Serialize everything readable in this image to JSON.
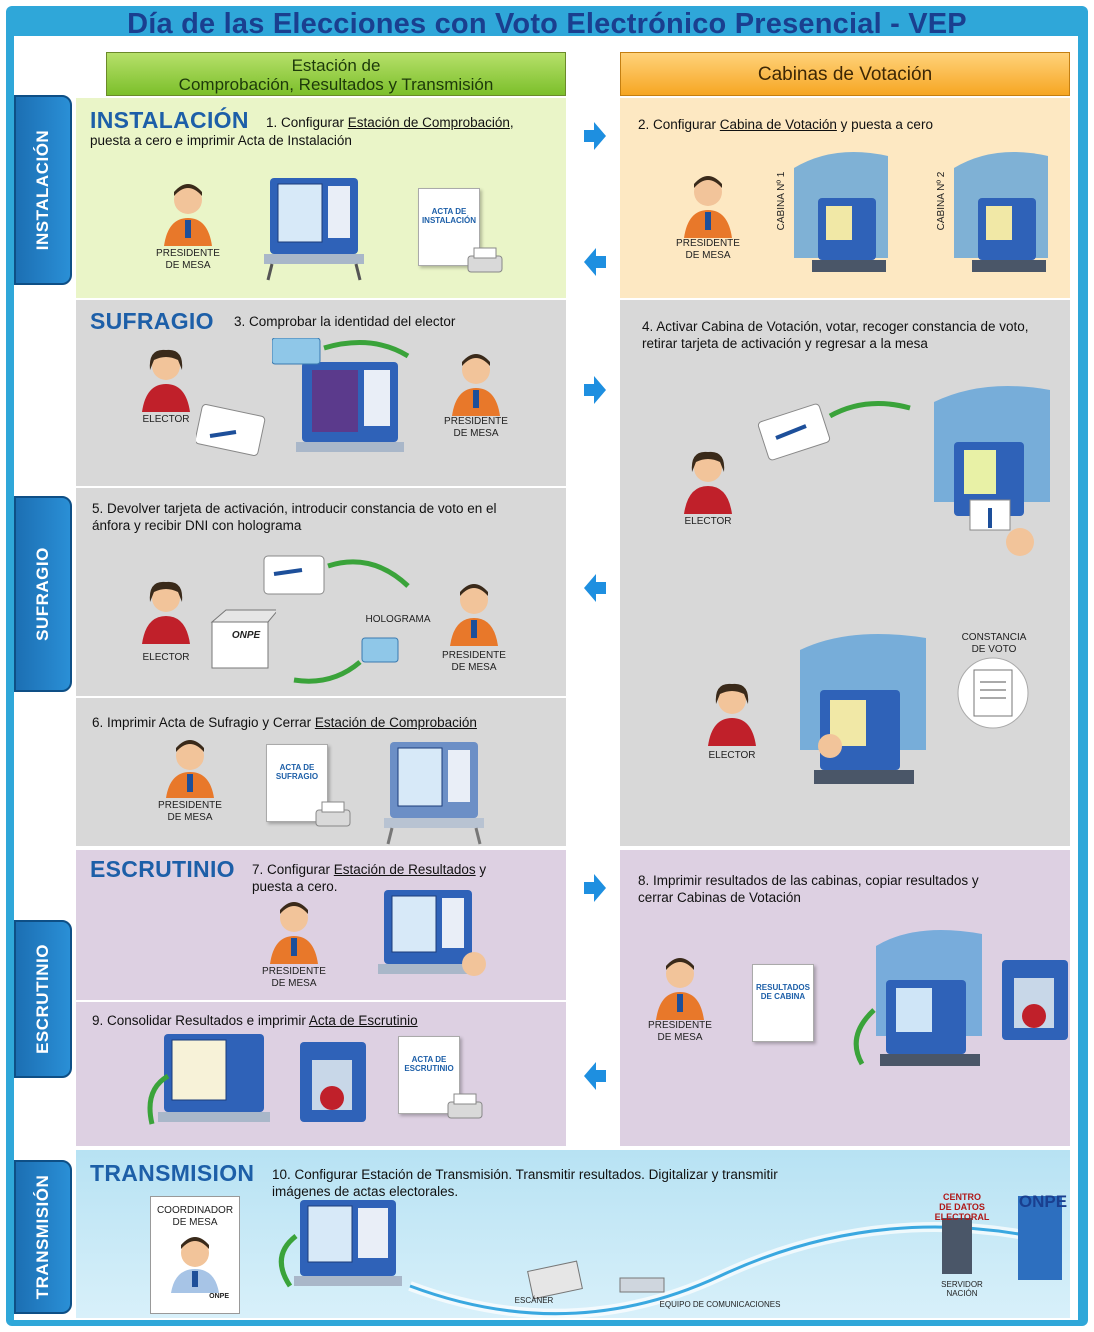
{
  "title": "Día de las Elecciones con Voto Electrónico Presencial - VEP",
  "headers": {
    "left": [
      "Estación de",
      "Comprobación, Resultados y Transmisión"
    ],
    "right": "Cabinas de Votación"
  },
  "colors": {
    "frame": "#2fa7d9",
    "title": "#1a3f8f",
    "section_title": "#1d5fa8",
    "arrow": "#1e8fe0",
    "green_panel": "#eaf5c8",
    "peach_panel": "#fde8c2",
    "gray_panel": "#d8d8d8",
    "lavender_panel": "#ddd0e2"
  },
  "side_tabs": {
    "instalacion": "INSTALACIÓN",
    "sufragio": "SUFRAGIO",
    "escrutinio": "ESCRUTINIO",
    "transmision": "TRANSMISIÓN"
  },
  "sections": {
    "instalacion": "INSTALACIÓN",
    "sufragio": "SUFRAGIO",
    "escrutinio": "ESCRUTINIO",
    "transmision": "TRANSMISION"
  },
  "steps": {
    "s1": {
      "prefix": "1. Configurar ",
      "link": "Estación de Comprobación",
      "rest": ",",
      "line2": "puesta a cero e imprimir Acta de Instalación"
    },
    "s2": {
      "prefix": "2. Configurar ",
      "link": "Cabina de Votación",
      "rest": " y puesta a cero"
    },
    "s3": "3. Comprobar la identidad del elector",
    "s4": {
      "line1": "4. Activar Cabina de Votación, votar, recoger constancia de voto,",
      "line2": "retirar tarjeta de activación y regresar a la mesa"
    },
    "s5": {
      "line1": "5. Devolver tarjeta de activación, introducir constancia de voto en el",
      "line2": "ánfora y recibir DNI con holograma"
    },
    "s6": {
      "prefix": "6. Imprimir Acta de Sufragio y Cerrar ",
      "link": "Estación de Comprobación"
    },
    "s7": {
      "prefix": "7. Configurar ",
      "link": "Estación de Resultados",
      "rest": " y",
      "line2": "puesta a cero."
    },
    "s8": {
      "line1": "8. Imprimir resultados de las cabinas, copiar resultados y",
      "line2": "cerrar Cabinas de Votación"
    },
    "s9": {
      "prefix": "9. Consolidar Resultados e imprimir ",
      "link": "Acta de Escrutinio"
    },
    "s10": {
      "line1": "10. Configurar Estación de Transmisión. Transmitir resultados. Digitalizar y transmitir",
      "line2": "imágenes de actas electorales."
    }
  },
  "labels": {
    "presidente_1": "PRESIDENTE\nDE MESA",
    "presidente_2": "PRESIDENTE\nDE MESA",
    "presidente_3": "PRESIDENTE\nDE MESA",
    "presidente_4": "PRESIDENTE\nDE MESA",
    "presidente_5": "PRESIDENTE\nDE MESA",
    "presidente_6": "PRESIDENTE\nDE MESA",
    "presidente_7": "PRESIDENTE\nDE MESA",
    "elector_1": "ELECTOR",
    "elector_2": "ELECTOR",
    "elector_3": "ELECTOR",
    "elector_4": "ELECTOR",
    "acta_instalacion": "ACTA DE\nINSTALACIÓN",
    "acta_sufragio": "ACTA DE\nSUFRAGIO",
    "acta_escrutinio": "ACTA DE\nESCRUTINIO",
    "resultados_cabina": "RESULTADOS\nDE CABINA",
    "cabina_1": "CABINA Nº 1",
    "cabina_2": "CABINA Nº 2",
    "holograma": "HOLOGRAMA",
    "constancia": "CONSTANCIA\nDE VOTO",
    "onpe_box": "ONPE",
    "coordinador": "COORDINADOR\nDE MESA",
    "centro_datos": "CENTRO\nDE DATOS\nELECTORAL",
    "servidor": "SERVIDOR\nNACIÓN",
    "escaner": "ESCÁNER",
    "equipo": "EQUIPO DE COMUNICACIONES",
    "onpe_logo": "ONPE",
    "onpe_badge": "ONPE"
  }
}
